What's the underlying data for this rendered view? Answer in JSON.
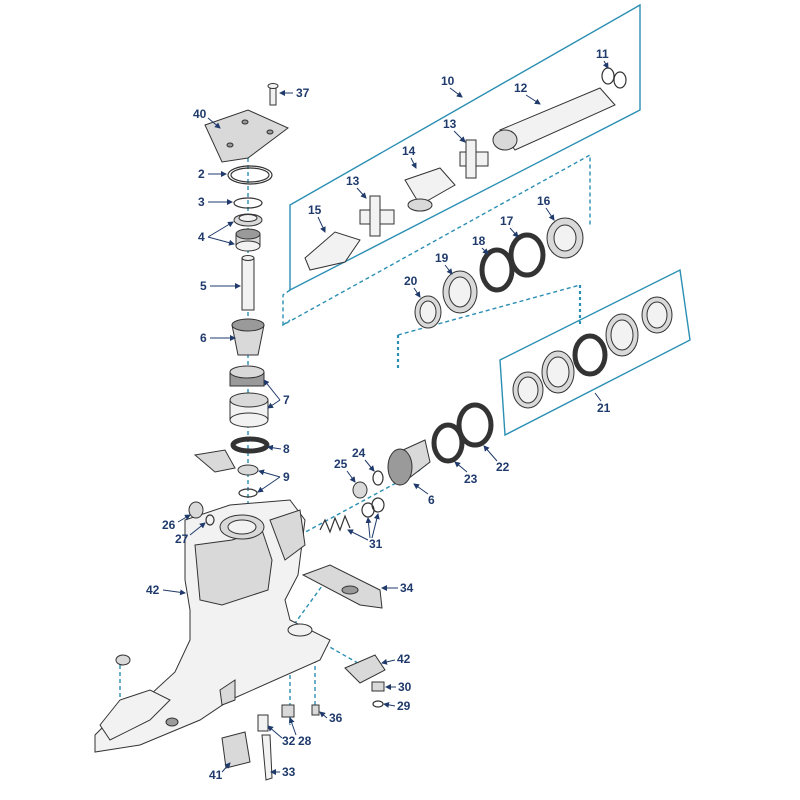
{
  "labels": {
    "l2": "2",
    "l3": "3",
    "l4": "4",
    "l5": "5",
    "l6a": "6",
    "l6b": "6",
    "l7": "7",
    "l8": "8",
    "l9": "9",
    "l10": "10",
    "l11": "11",
    "l12": "12",
    "l13a": "13",
    "l13b": "13",
    "l14": "14",
    "l15": "15",
    "l16": "16",
    "l17": "17",
    "l18": "18",
    "l19": "19",
    "l20": "20",
    "l21": "21",
    "l22": "22",
    "l23": "23",
    "l24": "24",
    "l25": "25",
    "l26": "26",
    "l27": "27",
    "l28": "28",
    "l29": "29",
    "l30": "30",
    "l31": "31",
    "l32": "32",
    "l33": "33",
    "l34": "34",
    "l36": "36",
    "l37": "37",
    "l40": "40",
    "l41": "41",
    "l42a": "42",
    "l42b": "42"
  },
  "colors": {
    "label": "#1f3a6b",
    "callout_box": "#2a8fb3",
    "part_stroke": "#333333"
  }
}
